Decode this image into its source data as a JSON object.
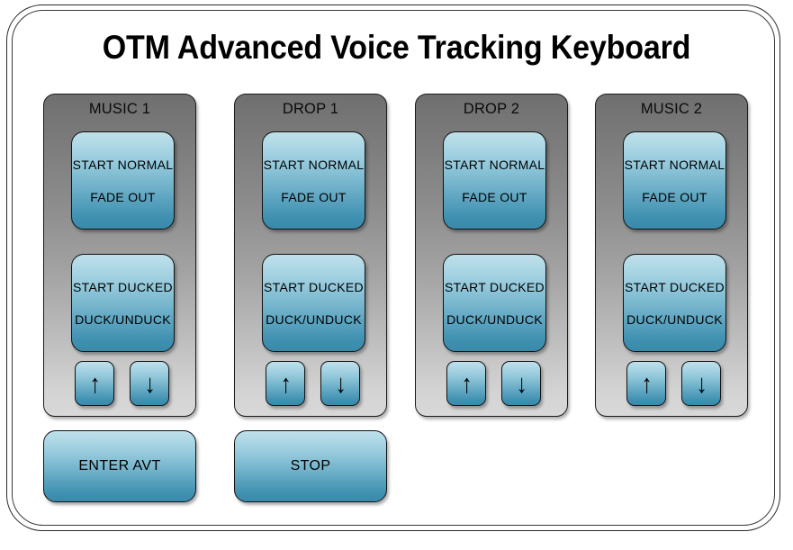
{
  "app": {
    "title": "OTM Advanced Voice Tracking Keyboard"
  },
  "theme": {
    "panel_gray_top": "#6f6f6f",
    "panel_gray_bottom": "#d8d8d8",
    "button_blue_top": "#bfe0ea",
    "button_blue_bottom": "#3a8aab",
    "outline": "#121212",
    "background": "#ffffff",
    "text": "#000000"
  },
  "panels": [
    {
      "title": "MUSIC 1",
      "normal_button": {
        "line1": "START NORMAL",
        "line2": "FADE OUT"
      },
      "ducked_button": {
        "line1": "START DUCKED",
        "line2": "DUCK/UNDUCK"
      },
      "up_button": {
        "icon": "arrow-up-icon",
        "glyph": "↑"
      },
      "down_button": {
        "icon": "arrow-down-icon",
        "glyph": "↓"
      }
    },
    {
      "title": "DROP 1",
      "normal_button": {
        "line1": "START NORMAL",
        "line2": "FADE OUT"
      },
      "ducked_button": {
        "line1": "START DUCKED",
        "line2": "DUCK/UNDUCK"
      },
      "up_button": {
        "icon": "arrow-up-icon",
        "glyph": "↑"
      },
      "down_button": {
        "icon": "arrow-down-icon",
        "glyph": "↓"
      }
    },
    {
      "title": "DROP 2",
      "normal_button": {
        "line1": "START NORMAL",
        "line2": "FADE OUT"
      },
      "ducked_button": {
        "line1": "START DUCKED",
        "line2": "DUCK/UNDUCK"
      },
      "up_button": {
        "icon": "arrow-up-icon",
        "glyph": "↑"
      },
      "down_button": {
        "icon": "arrow-down-icon",
        "glyph": "↓"
      }
    },
    {
      "title": "MUSIC 2",
      "normal_button": {
        "line1": "START NORMAL",
        "line2": "FADE OUT"
      },
      "ducked_button": {
        "line1": "START DUCKED",
        "line2": "DUCK/UNDUCK"
      },
      "up_button": {
        "icon": "arrow-up-icon",
        "glyph": "↑"
      },
      "down_button": {
        "icon": "arrow-down-icon",
        "glyph": "↓"
      }
    }
  ],
  "actions": [
    {
      "label": "ENTER AVT"
    },
    {
      "label": "STOP"
    }
  ]
}
